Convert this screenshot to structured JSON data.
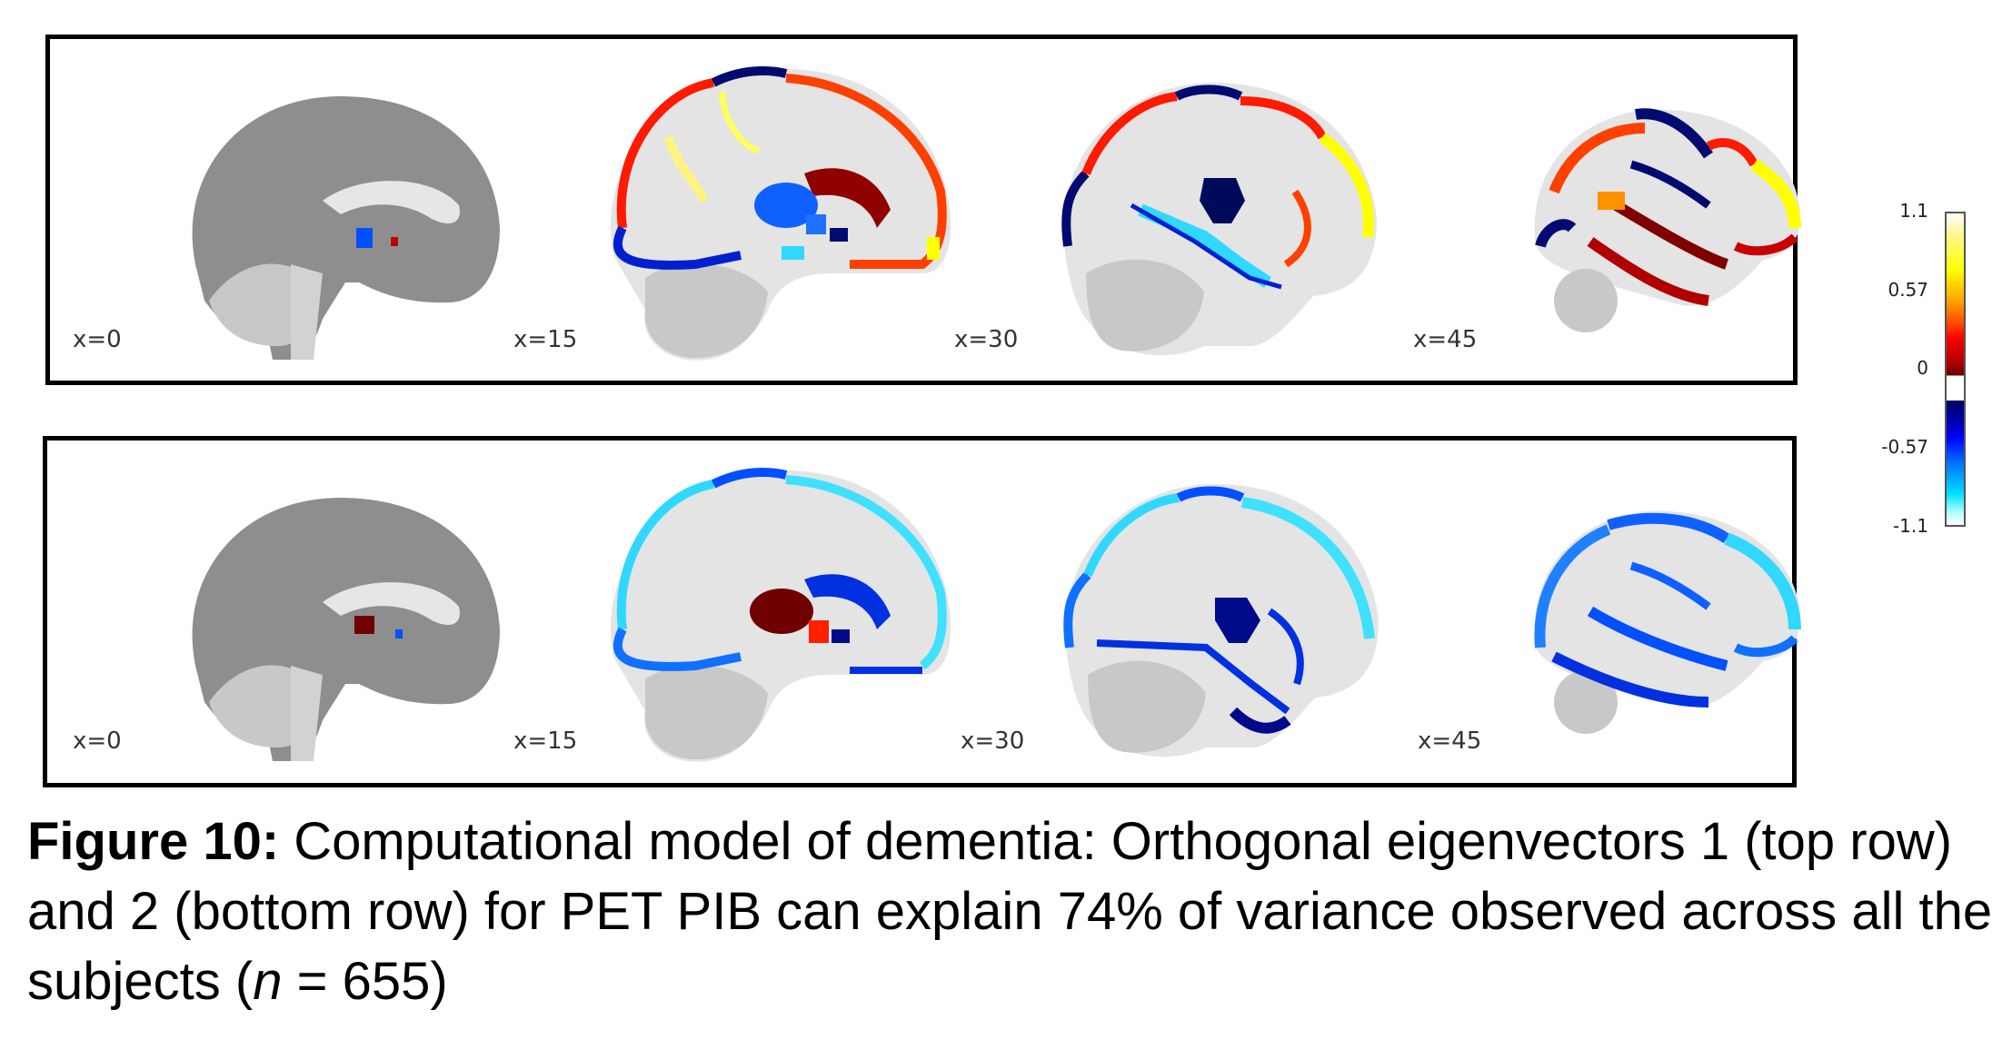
{
  "figure": {
    "rows": [
      {
        "name": "eigenvector-1",
        "description": "top row",
        "slices": [
          {
            "label": "x=0"
          },
          {
            "label": "x=15"
          },
          {
            "label": "x=30"
          },
          {
            "label": "x=45"
          }
        ]
      },
      {
        "name": "eigenvector-2",
        "description": "bottom row",
        "slices": [
          {
            "label": "x=0"
          },
          {
            "label": "x=15"
          },
          {
            "label": "x=30"
          },
          {
            "label": "x=45"
          }
        ]
      }
    ],
    "colorbar": {
      "ticks": [
        "1.1",
        "0.57",
        "0",
        "-0.57",
        "-1.1"
      ],
      "max": 1.1,
      "min": -1.1,
      "colors": {
        "positive_high": "#ffff00",
        "positive_mid": "#ff0000",
        "positive_low": "#600000",
        "zero": "#ffffff",
        "negative_low": "#000060",
        "negative_mid": "#0000ff",
        "negative_high": "#00e0ff"
      }
    }
  },
  "caption": {
    "label": "Figure 10:",
    "text_1": " Computational model of dementia: Orthogonal eigenvectors 1 (top row) and 2 (bottom row) for PET PIB can explain 74% of variance observed across all the subjects (",
    "n_symbol": "n",
    "text_2": " = 655)"
  }
}
